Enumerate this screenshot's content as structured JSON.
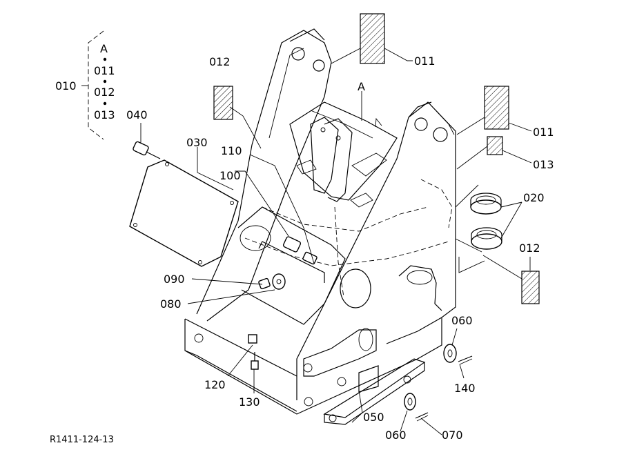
{
  "drawing_id": "R1411-124-13",
  "group": {
    "code": "010",
    "items": [
      "A",
      "011",
      "012",
      "013"
    ]
  },
  "callouts": {
    "p011_top": "011",
    "p011_right": "011",
    "p013": "013",
    "p012_left": "012",
    "p012_right": "012",
    "p020": "020",
    "p030": "030",
    "p040": "040",
    "p050": "050",
    "p060_right": "060",
    "p060_bottom": "060",
    "p070": "070",
    "p080": "080",
    "p090": "090",
    "p100": "100",
    "p110": "110",
    "p120": "120",
    "p130": "130",
    "p140": "140",
    "ref_a": "A"
  },
  "colors": {
    "line": "#000000",
    "background": "#ffffff"
  }
}
